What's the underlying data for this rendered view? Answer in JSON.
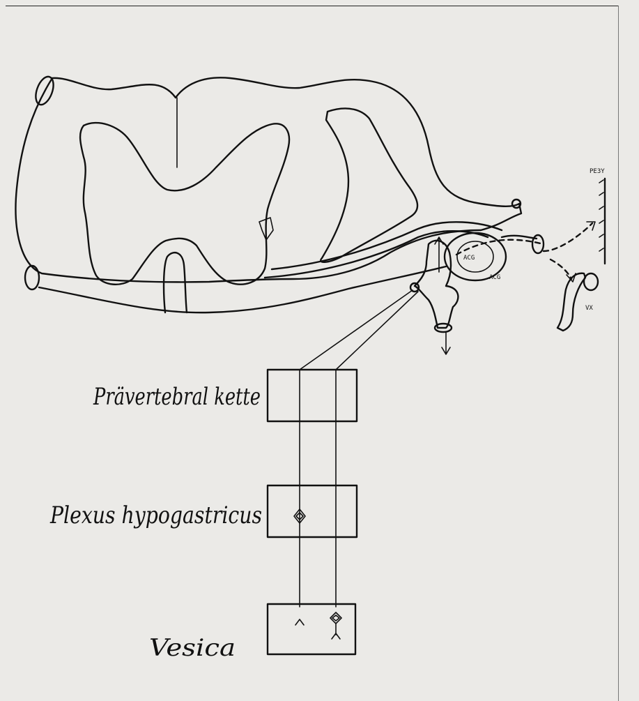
{
  "labels": {
    "prevertebral": "Prävertebral kette",
    "plexus": "Plexus hypogastricus",
    "vesica": "Vesica",
    "pelvic_tag": "PE3Y",
    "vessel_tag": "VX",
    "ganglion_tag": "ACG",
    "ganglion_tag_2": "ACG"
  }
}
